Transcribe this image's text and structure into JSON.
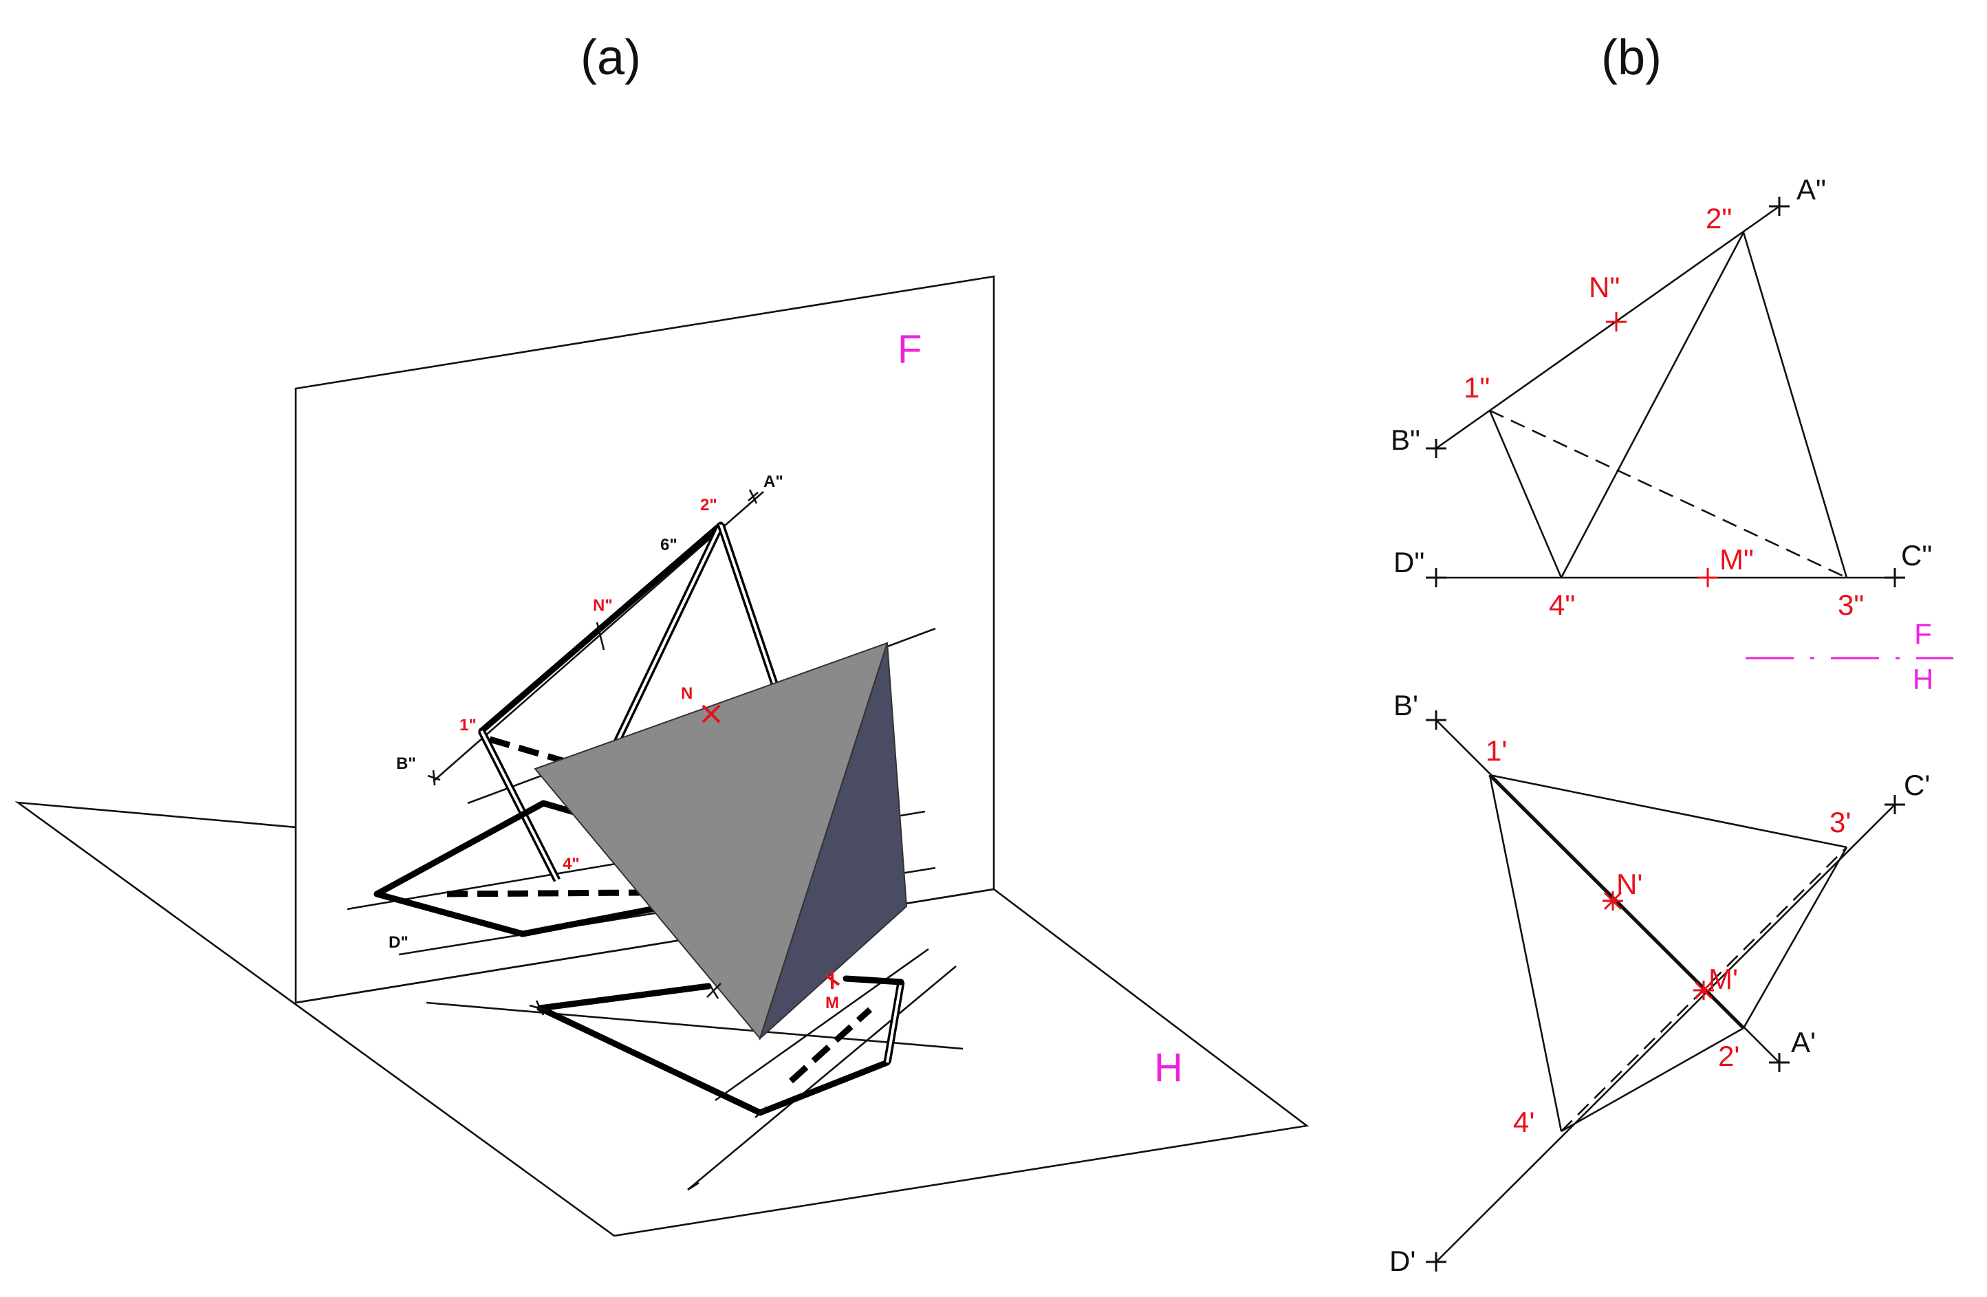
{
  "panels": {
    "a": "(a)",
    "b": "(b)"
  },
  "planes": {
    "frontal": "F",
    "horizontal": "H",
    "axis_top": "F",
    "axis_bottom": "H"
  },
  "frontal_view": {
    "A": "A\"",
    "B": "B\"",
    "C": "C\"",
    "D": "D\"",
    "p1": "1\"",
    "p2": "2\"",
    "p3": "3\"",
    "p4": "4\"",
    "N": "N\"",
    "M": "M\""
  },
  "horizontal_view": {
    "A": "A'",
    "B": "B'",
    "C": "C'",
    "D": "D'",
    "p1": "1'",
    "p2": "2'",
    "p3": "3'",
    "p4": "4'",
    "N": "N'",
    "M": "M'"
  },
  "iso_labels": {
    "A": "A\"",
    "B": "B\"",
    "D": "D\"",
    "p1": "1\"",
    "p2": "2\"",
    "p4": "4\"",
    "p6": "6\"",
    "N2": "N\"",
    "N": "N",
    "M": "M"
  },
  "colors": {
    "point_label": "#e8101a",
    "plane_label": "#ee22dd",
    "solid_front_face": "#8a8a8a",
    "solid_side_face": "#4a4c63"
  }
}
